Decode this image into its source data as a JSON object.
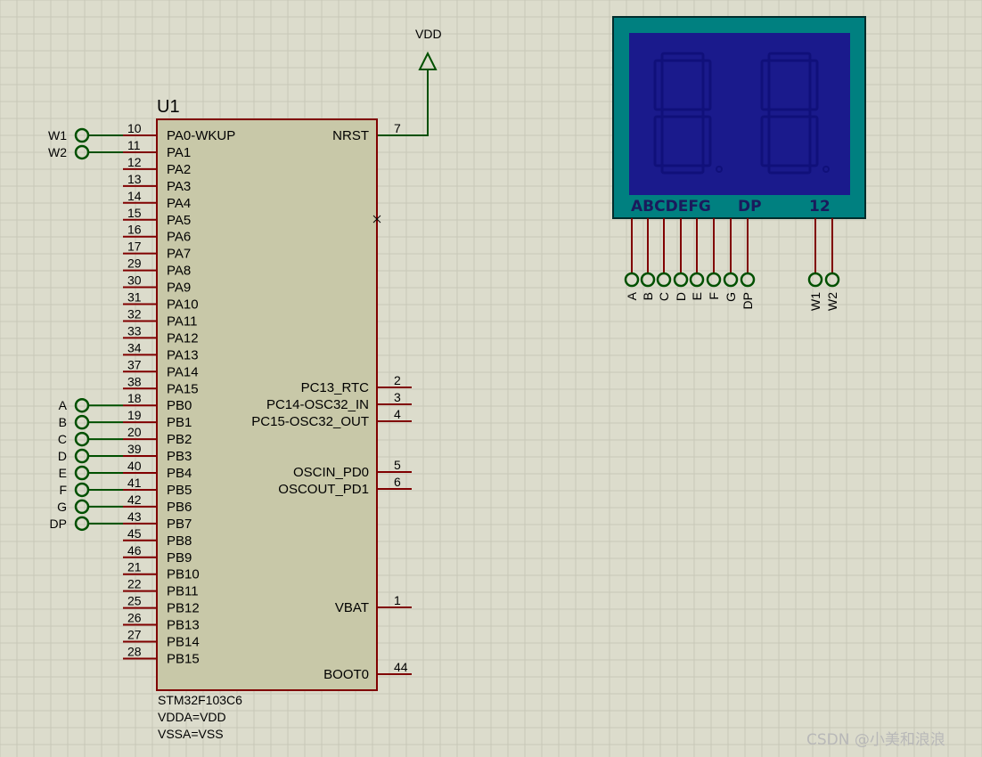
{
  "chip": {
    "ref": "U1",
    "part": "STM32F103C6",
    "props": [
      "VDDA=VDD",
      "VSSA=VSS"
    ],
    "left_pins": [
      {
        "num": "10",
        "name": "PA0-WKUP"
      },
      {
        "num": "11",
        "name": "PA1"
      },
      {
        "num": "12",
        "name": "PA2"
      },
      {
        "num": "13",
        "name": "PA3"
      },
      {
        "num": "14",
        "name": "PA4"
      },
      {
        "num": "15",
        "name": "PA5"
      },
      {
        "num": "16",
        "name": "PA6"
      },
      {
        "num": "17",
        "name": "PA7"
      },
      {
        "num": "29",
        "name": "PA8"
      },
      {
        "num": "30",
        "name": "PA9"
      },
      {
        "num": "31",
        "name": "PA10"
      },
      {
        "num": "32",
        "name": "PA11"
      },
      {
        "num": "33",
        "name": "PA12"
      },
      {
        "num": "34",
        "name": "PA13"
      },
      {
        "num": "37",
        "name": "PA14"
      },
      {
        "num": "38",
        "name": "PA15"
      },
      {
        "num": "18",
        "name": "PB0"
      },
      {
        "num": "19",
        "name": "PB1"
      },
      {
        "num": "20",
        "name": "PB2"
      },
      {
        "num": "39",
        "name": "PB3"
      },
      {
        "num": "40",
        "name": "PB4"
      },
      {
        "num": "41",
        "name": "PB5"
      },
      {
        "num": "42",
        "name": "PB6"
      },
      {
        "num": "43",
        "name": "PB7"
      },
      {
        "num": "45",
        "name": "PB8"
      },
      {
        "num": "46",
        "name": "PB9"
      },
      {
        "num": "21",
        "name": "PB10"
      },
      {
        "num": "22",
        "name": "PB11"
      },
      {
        "num": "25",
        "name": "PB12"
      },
      {
        "num": "26",
        "name": "PB13"
      },
      {
        "num": "27",
        "name": "PB14"
      },
      {
        "num": "28",
        "name": "PB15"
      }
    ],
    "right_pins": [
      {
        "num": "7",
        "name": "NRST"
      },
      {
        "num": "2",
        "name": "PC13_RTC"
      },
      {
        "num": "3",
        "name": "PC14-OSC32_IN"
      },
      {
        "num": "4",
        "name": "PC15-OSC32_OUT"
      },
      {
        "num": "5",
        "name": "OSCIN_PD0"
      },
      {
        "num": "6",
        "name": "OSCOUT_PD1"
      },
      {
        "num": "1",
        "name": "VBAT"
      },
      {
        "num": "44",
        "name": "BOOT0"
      }
    ]
  },
  "power": {
    "label": "VDD"
  },
  "chip_terminals": [
    "W1",
    "W2",
    "A",
    "B",
    "C",
    "D",
    "E",
    "F",
    "G",
    "DP"
  ],
  "display": {
    "label_segments": "ABCDEFG",
    "label_dp": "DP",
    "label_digits": "12",
    "terminals": [
      "A",
      "B",
      "C",
      "D",
      "E",
      "F",
      "G",
      "DP",
      "W1",
      "W2"
    ]
  },
  "watermark": "CSDN @小美和浪浪",
  "colors": {
    "background": "#dcdccc",
    "grid": "#c8c8b8",
    "chip_body": "#c8c8a8",
    "chip_border": "#800000",
    "wire": "#005000",
    "pin": "#800000",
    "display_frame": "#008080",
    "display_face": "#1a1a8c",
    "segment_off": "#10107a"
  }
}
